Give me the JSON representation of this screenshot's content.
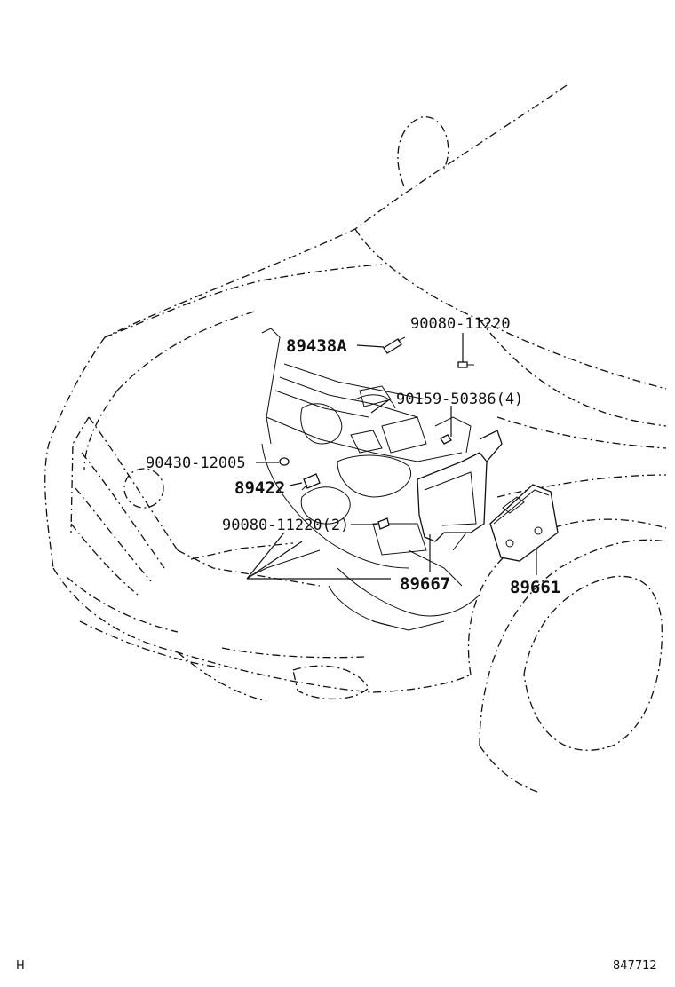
{
  "diagram": {
    "labels": {
      "p1": "89438A",
      "p2": "90080-11220",
      "p3": "90159-50386(4)",
      "p4": "90430-12005",
      "p5": "89422",
      "p6": "90080-11220(2)",
      "p7": "89667",
      "p8": "89661"
    },
    "corner_left": "H",
    "corner_right": "847712"
  }
}
